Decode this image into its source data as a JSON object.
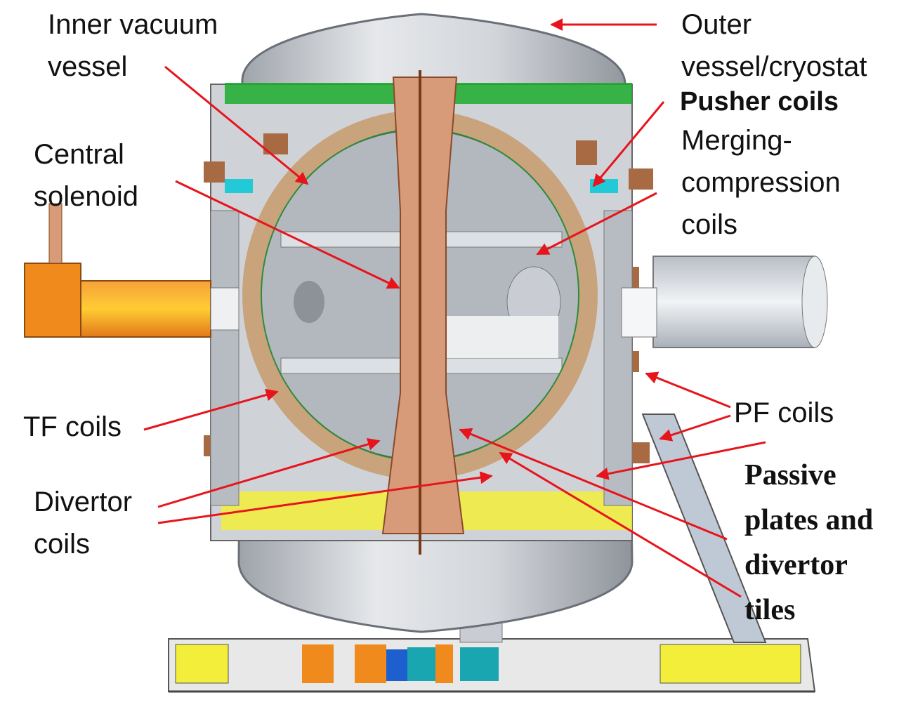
{
  "labels": {
    "inner_vessel": [
      "Inner vacuum",
      "vessel"
    ],
    "outer_vessel": [
      "Outer",
      "vessel/cryostat"
    ],
    "pusher": "Pusher coils",
    "merging": [
      "Merging-",
      "compression",
      "coils"
    ],
    "central": [
      "Central",
      "solenoid"
    ],
    "tf": "TF coils",
    "pf": "PF coils",
    "divertor": [
      "Divertor",
      "coils"
    ],
    "passive": [
      "Passive",
      "plates and",
      "divertor",
      "tiles"
    ]
  },
  "colors": {
    "arrow": "#e8141b",
    "vessel": "#c9cdd3",
    "tf_coil": "#c9a37c",
    "solenoid": "#d79b7a",
    "port_orange": "#f08a1c"
  }
}
